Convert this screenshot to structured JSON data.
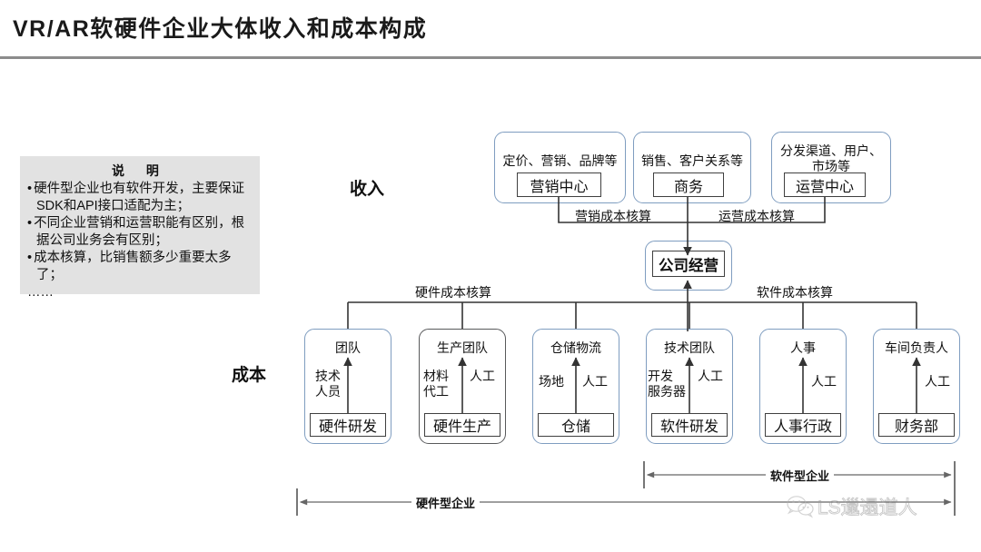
{
  "page": {
    "title": "VR/AR软硬件企业大体收入和成本构成"
  },
  "notes": {
    "heading": "说  明",
    "items": [
      "硬件型企业也有软件开发，主要保证SDK和API接口适配为主；",
      "不同企业营销和运营职能有区别，根据公司业务会有区别；",
      "成本核算，比销售额多少重要太多了；"
    ],
    "ellipsis": "……"
  },
  "sections": {
    "revenue_label": "收入",
    "cost_label": "成本"
  },
  "revenue": {
    "boxes": [
      {
        "desc": "定价、营销、品牌等",
        "name": "营销中心"
      },
      {
        "desc": "销售、客户关系等",
        "name": "商务"
      },
      {
        "desc": "分发渠道、用户、\n市场等",
        "name": "运营中心"
      }
    ],
    "connector_labels": [
      "营销成本核算",
      "运营成本核算"
    ]
  },
  "center": {
    "label": "公司经营"
  },
  "cost": {
    "connector_labels": [
      "硬件成本核算",
      "软件成本核算"
    ],
    "boxes": [
      {
        "top": "团队",
        "left": "技术\n人员",
        "right": "",
        "name": "硬件研发"
      },
      {
        "top": "生产团队",
        "left": "材料\n代工",
        "right": "人工",
        "name": "硬件生产"
      },
      {
        "top": "仓储物流",
        "left": "场地",
        "right": "人工",
        "name": "仓储"
      },
      {
        "top": "技术团队",
        "left": "开发\n服务器",
        "right": "人工",
        "name": "软件研发"
      },
      {
        "top": "人事",
        "left": "",
        "right": "人工",
        "name": "人事行政"
      },
      {
        "top": "车间负责人",
        "left": "",
        "right": "人工",
        "name": "财务部"
      }
    ]
  },
  "brackets": {
    "software": "软件型企业",
    "hardware": "硬件型企业"
  },
  "watermark": {
    "icon": "wechat-icon",
    "text": "LS邋遢道人"
  },
  "colors": {
    "group_border": "#7f9dc0",
    "group_border_dark": "#58595b",
    "inner_border": "#404040",
    "notes_bg": "#e2e2e2",
    "rule": "#8c8c8c",
    "band": "#7f7f7f"
  }
}
